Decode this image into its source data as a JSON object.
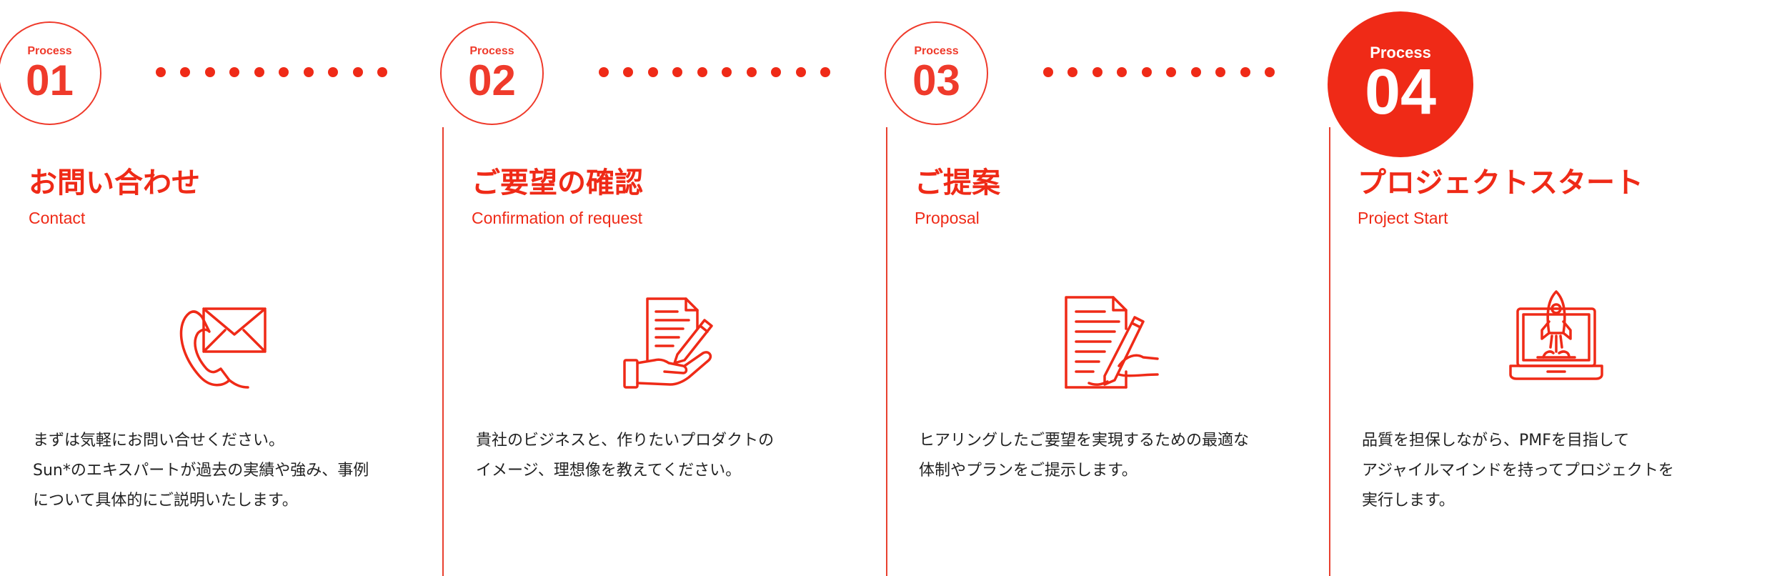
{
  "accent_color": "#ef2a17",
  "steps": [
    {
      "label": "Process",
      "number": "01",
      "title": "お問い合わせ",
      "subtitle": "Contact",
      "icon": "envelope-phone-icon",
      "desc": [
        "まずは気軽にお問い合せください。",
        "Sun*のエキスパートが過去の実績や強み、事例",
        "について具体的にご説明いたします。"
      ]
    },
    {
      "label": "Process",
      "number": "02",
      "title": "ご要望の確認",
      "subtitle": "Confirmation of request",
      "icon": "document-hand-pencil-icon",
      "desc": [
        "貴社のビジネスと、作りたいプロダクトの",
        "イメージ、理想像を教えてください。"
      ]
    },
    {
      "label": "Process",
      "number": "03",
      "title": "ご提案",
      "subtitle": "Proposal",
      "icon": "document-signing-icon",
      "desc": [
        "ヒアリングしたご要望を実現するための最適な",
        "体制やプランをご提示します。"
      ]
    },
    {
      "label": "Process",
      "number": "04",
      "title": "プロジェクトスタート",
      "subtitle": "Project Start",
      "icon": "rocket-laptop-icon",
      "active": true,
      "desc": [
        "品質を担保しながら、PMFを目指して",
        "アジャイルマインドを持ってプロジェクトを",
        "実行します。"
      ]
    }
  ]
}
